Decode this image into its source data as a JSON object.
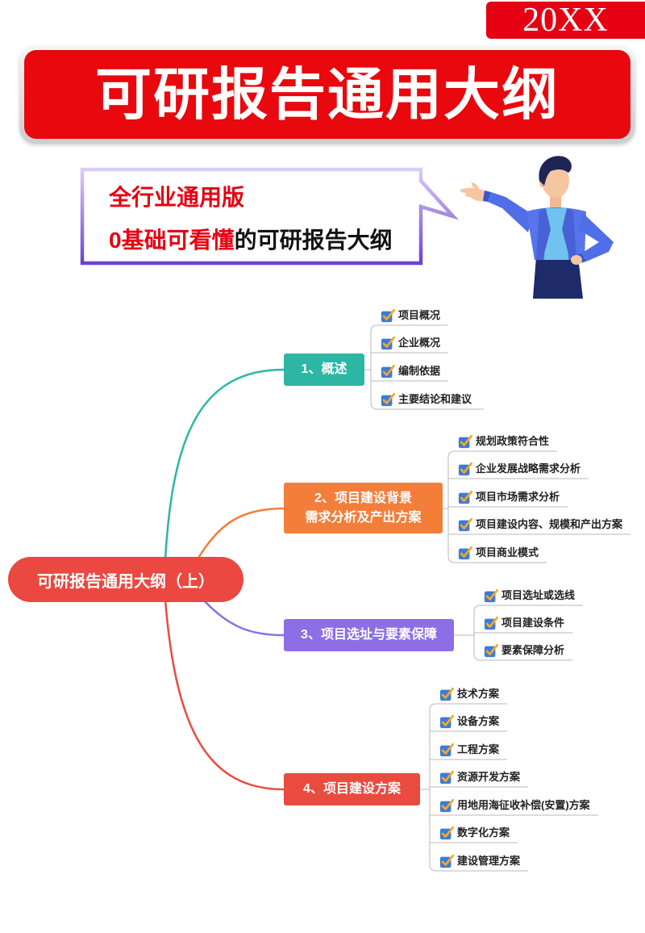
{
  "year_badge": "20XX",
  "banner": {
    "title": "可研报告通用大纲"
  },
  "bubble": {
    "line1": "全行业通用版",
    "line2_highlight": "0基础可看懂",
    "line2_rest": "的可研报告大纲"
  },
  "illustration": {
    "icon": "presenter-person-icon"
  },
  "mindmap": {
    "root": {
      "label": "可研报告通用大纲（上）",
      "color": "#ea4840"
    },
    "leaf_icon": "checkbox-checked-icon",
    "branches": [
      {
        "label_lines": [
          "1、概述"
        ],
        "color": "#2db6a3",
        "leaves": [
          "项目概况",
          "企业概况",
          "编制依据",
          "主要结论和建议"
        ]
      },
      {
        "label_lines": [
          "2、项目建设背景",
          "需求分析及产出方案"
        ],
        "color": "#f37e3a",
        "leaves": [
          "规划政策符合性",
          "企业发展战略需求分析",
          "项目市场需求分析",
          "项目建设内容、规模和产出方案",
          "项目商业模式"
        ]
      },
      {
        "label_lines": [
          "3、项目选址与要素保障"
        ],
        "color": "#8d6ee6",
        "leaves": [
          "项目选址或选线",
          "项目建设条件",
          "要素保障分析"
        ]
      },
      {
        "label_lines": [
          "4、项目建设方案"
        ],
        "color": "#ea4b3f",
        "leaves": [
          "技术方案",
          "设备方案",
          "工程方案",
          "资源开发方案",
          "用地用海征收补偿(安置)方案",
          "数字化方案",
          "建设管理方案"
        ]
      }
    ]
  },
  "colors": {
    "brand_red": "#e60012",
    "bubble_border_top": "#dccff8",
    "bubble_border_bottom": "#6b3fd2",
    "checkbox_blue": "#3c7bd9",
    "check_orange": "#f7a823",
    "leaf_line": "#c8c8c8"
  }
}
